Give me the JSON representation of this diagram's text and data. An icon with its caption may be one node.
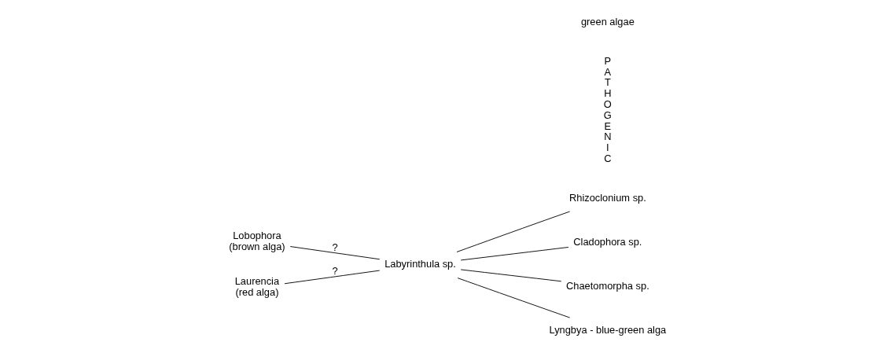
{
  "diagram": {
    "nodes": [
      {
        "text": [
          "Lobophora",
          "(brown alga)"
        ]
      },
      {
        "text": [
          "Laurencia",
          "(red alga)"
        ]
      },
      {
        "text": [
          "Labyrinthula sp."
        ]
      },
      {
        "text": [
          "Rhizoclonium sp."
        ]
      },
      {
        "text": [
          "Cladophora sp."
        ]
      },
      {
        "text": [
          "Chaetomorpha sp."
        ]
      },
      {
        "text": [
          "Lyngbya - blue-green alga"
        ]
      }
    ],
    "edges": [
      {
        "from": 0,
        "to": 2,
        "arrow": "none",
        "label": "?"
      },
      {
        "from": 1,
        "to": 2,
        "arrow": "none",
        "label": "?"
      },
      {
        "from": 2,
        "to": 3,
        "arrow": "none"
      },
      {
        "from": 2,
        "to": 4,
        "arrow": "none"
      },
      {
        "from": 2,
        "to": 5,
        "arrow": "none"
      },
      {
        "from": 2,
        "to": 6,
        "arrow": "none"
      }
    ],
    "labels": [
      "PATHOGENIC",
      "green algae"
    ]
  }
}
